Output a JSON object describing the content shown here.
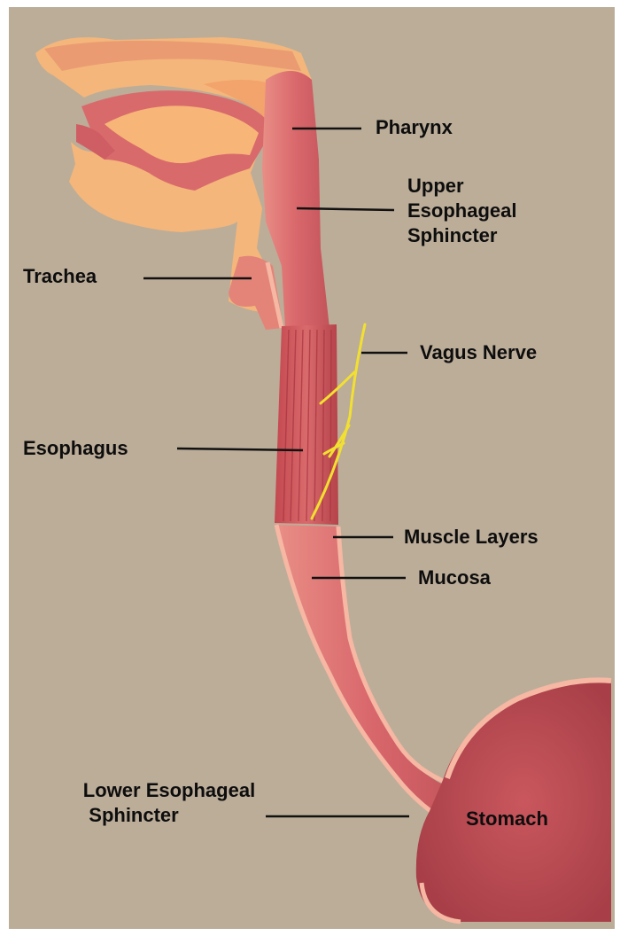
{
  "labels": {
    "pharynx": "Pharynx",
    "upper_sphincter": [
      "Upper",
      "Esophageal",
      "Sphincter"
    ],
    "trachea": "Trachea",
    "vagus_nerve": "Vagus Nerve",
    "esophagus": "Esophagus",
    "muscle_layers": "Muscle Layers",
    "mucosa": "Mucosa",
    "lower_sphincter": [
      "Lower Esophageal",
      "Sphincter"
    ],
    "stomach": "Stomach"
  },
  "colors": {
    "background": "#bcad99",
    "head": "#f7b678",
    "tissue": "#d7676b",
    "muscle": "#b9484c",
    "nerve": "#f2e030",
    "leader_line": "#111111"
  }
}
